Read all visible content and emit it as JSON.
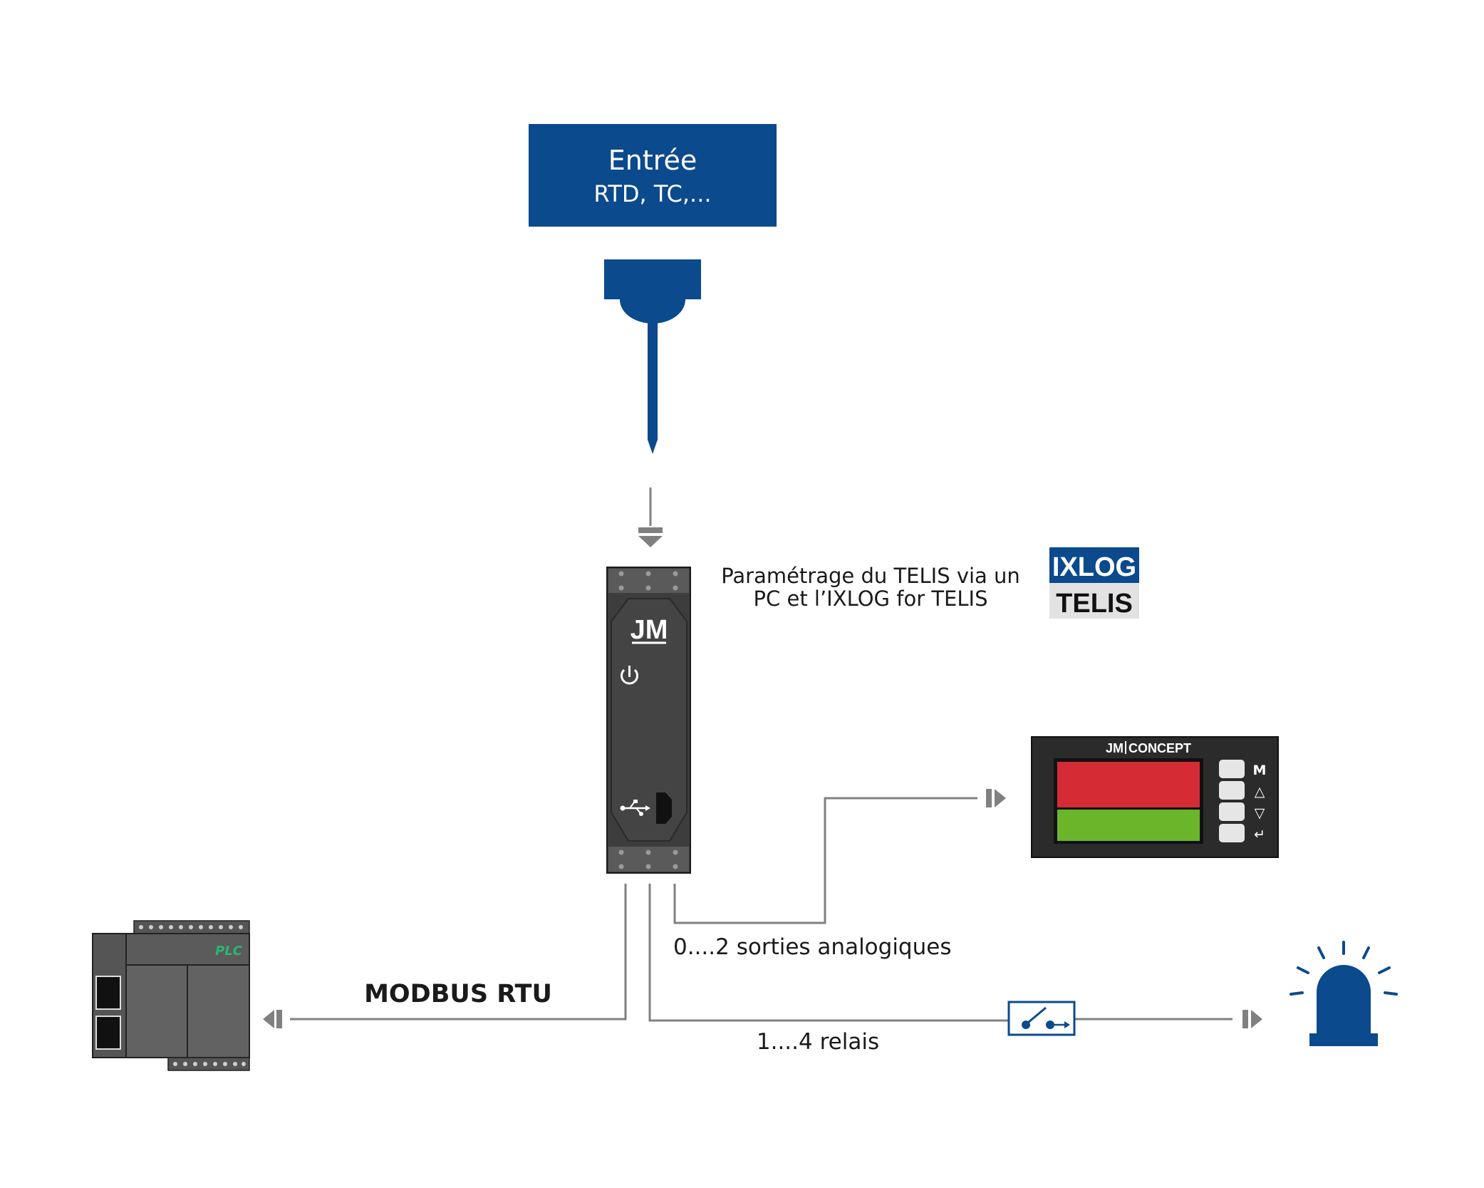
{
  "input_box": {
    "title": "Entrée",
    "subtitle": "RTD, TC,..."
  },
  "config_note": {
    "line1": "Paramétrage du TELIS via un",
    "line2": "PC et l’IXLOG for TELIS"
  },
  "ixlog_logo": {
    "top": "IXLOG",
    "bottom": "TELIS"
  },
  "device": {
    "brand": "JM"
  },
  "display_panel": {
    "brand_left": "JM",
    "brand_right": "CONCEPT",
    "buttons": [
      "M",
      "△",
      "▽",
      "↵"
    ]
  },
  "plc": {
    "label": "PLC"
  },
  "labels": {
    "analog_outputs": "0....2 sorties analogiques",
    "modbus": "MODBUS RTU",
    "relays": "1....4 relais"
  },
  "colors": {
    "brand_blue": "#0b4a8c",
    "device_dark": "#3a3a3a",
    "line_gray": "#808080",
    "display_red": "#d52b35",
    "display_green": "#6bb52b"
  }
}
